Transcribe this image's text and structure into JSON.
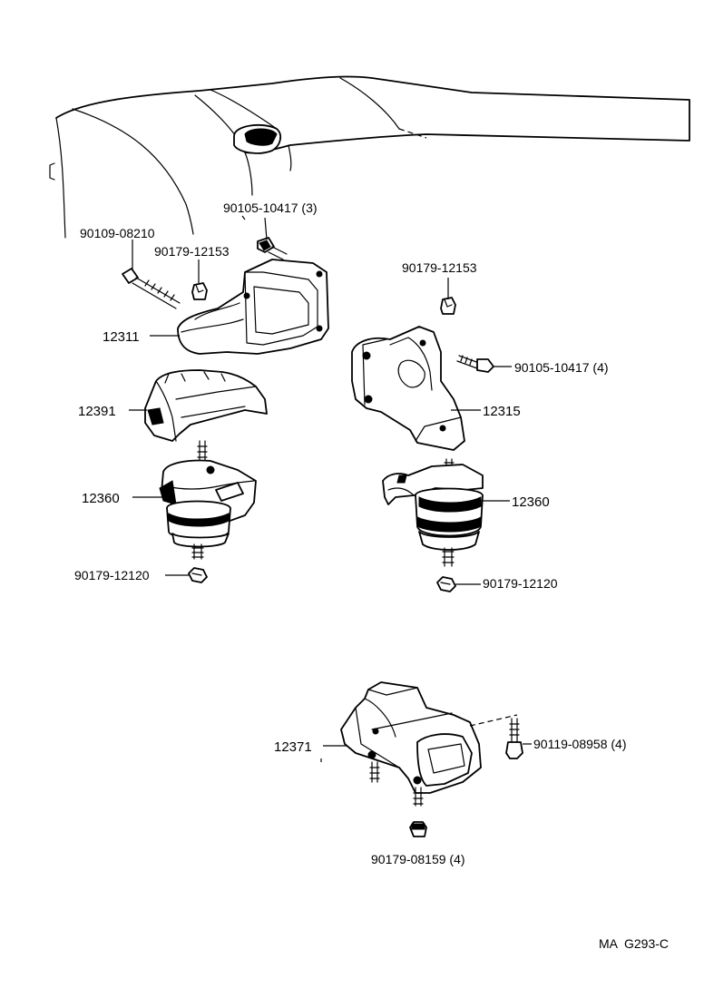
{
  "diagram": {
    "labels": {
      "bolt_top_center": "90105-10417 (3)",
      "bolt_long_left": "90109-08210",
      "nut_left_upper": "90179-12153",
      "nut_right_upper": "90179-12153",
      "bracket_left": "12311",
      "bolt_right": "90105-10417 (4)",
      "bracket_right": "12315",
      "insulator_cover": "12391",
      "mount_left": "12360",
      "mount_right": "12360",
      "nut_left_lower": "90179-12120",
      "nut_right_lower": "90179-12120",
      "rear_mount": "12371",
      "bolt_rear": "90119-08958 (4)",
      "nut_rear": "90179-08159 (4)"
    },
    "figure_code": "MA  G293-C"
  }
}
